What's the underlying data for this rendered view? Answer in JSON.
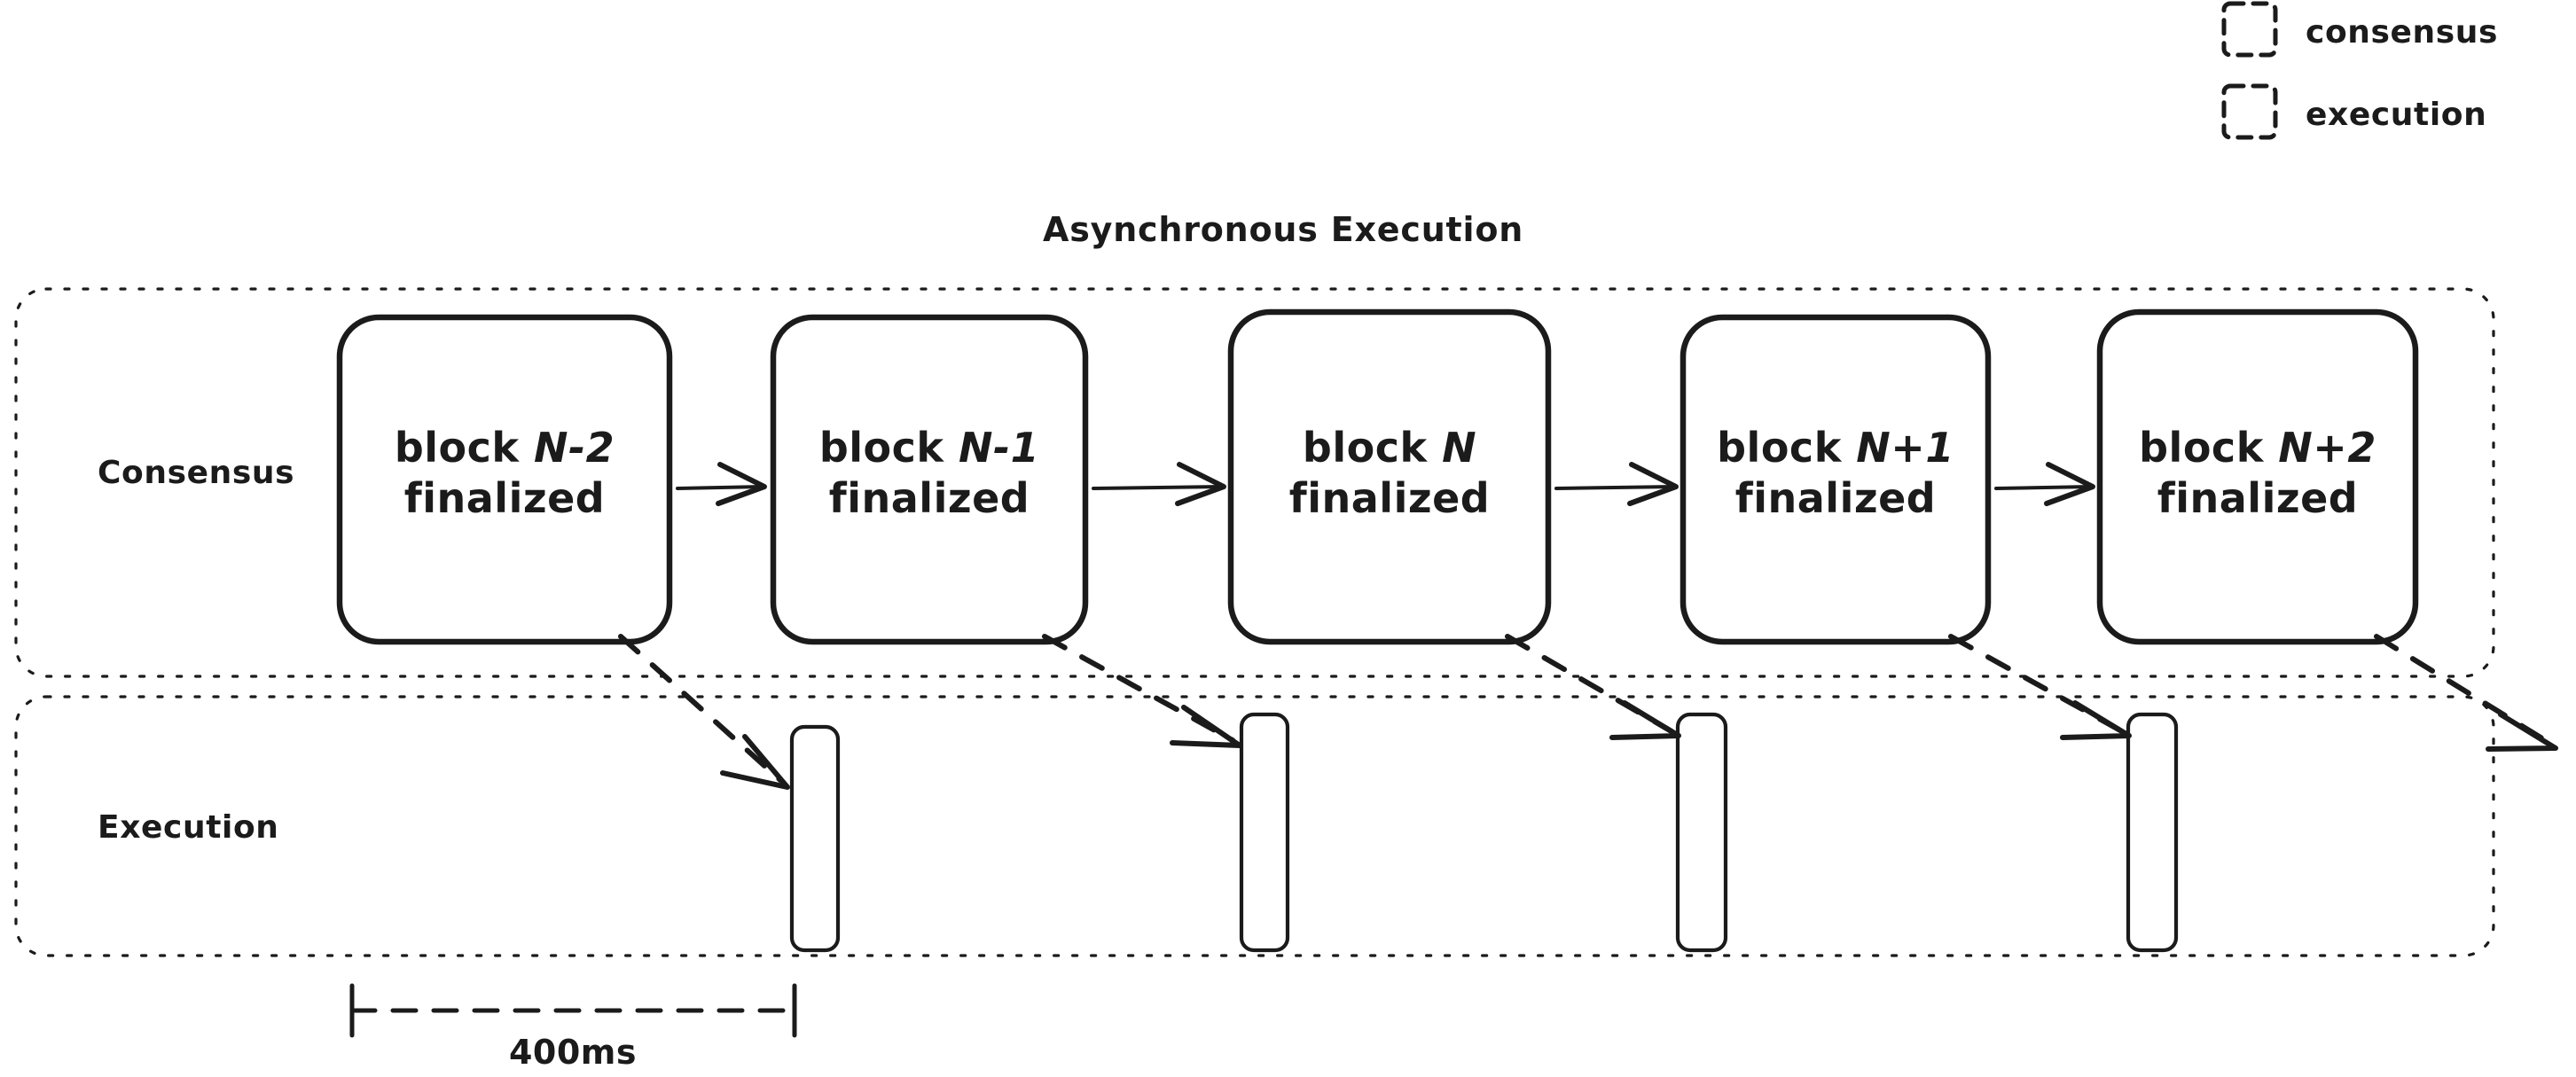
{
  "title": "Asynchronous Execution",
  "colors": {
    "consensus_hatch": "#F9A94E",
    "execution_hatch": "#A8D5F0",
    "stroke": "#1b1b1b",
    "background": "#ffffff"
  },
  "legend": {
    "items": [
      {
        "label": "consensus",
        "swatch": "consensus-hatch-swatch",
        "color": "#F9A94E"
      },
      {
        "label": "execution",
        "swatch": "execution-hatch-swatch",
        "color": "#A8D5F0"
      }
    ]
  },
  "lanes": [
    {
      "id": "consensus",
      "label": "Consensus"
    },
    {
      "id": "execution",
      "label": "Execution"
    }
  ],
  "consensus_blocks": [
    {
      "line1": "block ",
      "index": "N-2",
      "line2": "finalized"
    },
    {
      "line1": "block ",
      "index": "N-1",
      "line2": "finalized"
    },
    {
      "line1": "block ",
      "index": "N",
      "line2": "finalized"
    },
    {
      "line1": "block ",
      "index": "N+1",
      "line2": "finalized"
    },
    {
      "line1": "block ",
      "index": "N+2",
      "line2": "finalized"
    }
  ],
  "execution_slots": [
    {
      "for_block": "N-2"
    },
    {
      "for_block": "N-1"
    },
    {
      "for_block": "N"
    },
    {
      "for_block": "N+1"
    }
  ],
  "measurement": {
    "label": "400ms",
    "description": "slot interval between consecutive execution bars"
  },
  "chart_data": {
    "type": "diagram",
    "title": "Asynchronous Execution",
    "lanes": [
      "Consensus",
      "Execution"
    ],
    "consensus_nodes": [
      "block N-2 finalized",
      "block N-1 finalized",
      "block N finalized",
      "block N+1 finalized",
      "block N+2 finalized"
    ],
    "execution_bars": 4,
    "slot_duration": "400ms",
    "edges_solid": [
      "block N-2 finalized -> block N-1 finalized",
      "block N-1 finalized -> block N finalized",
      "block N finalized -> block N+1 finalized",
      "block N+1 finalized -> block N+2 finalized"
    ],
    "edges_dashed": [
      "block N-2 finalized -> execution bar 1",
      "block N-1 finalized -> execution bar 2",
      "block N finalized -> execution bar 3",
      "block N+1 finalized -> execution bar 4",
      "block N+2 finalized -> execution bar 5 (off-diagram)"
    ]
  }
}
